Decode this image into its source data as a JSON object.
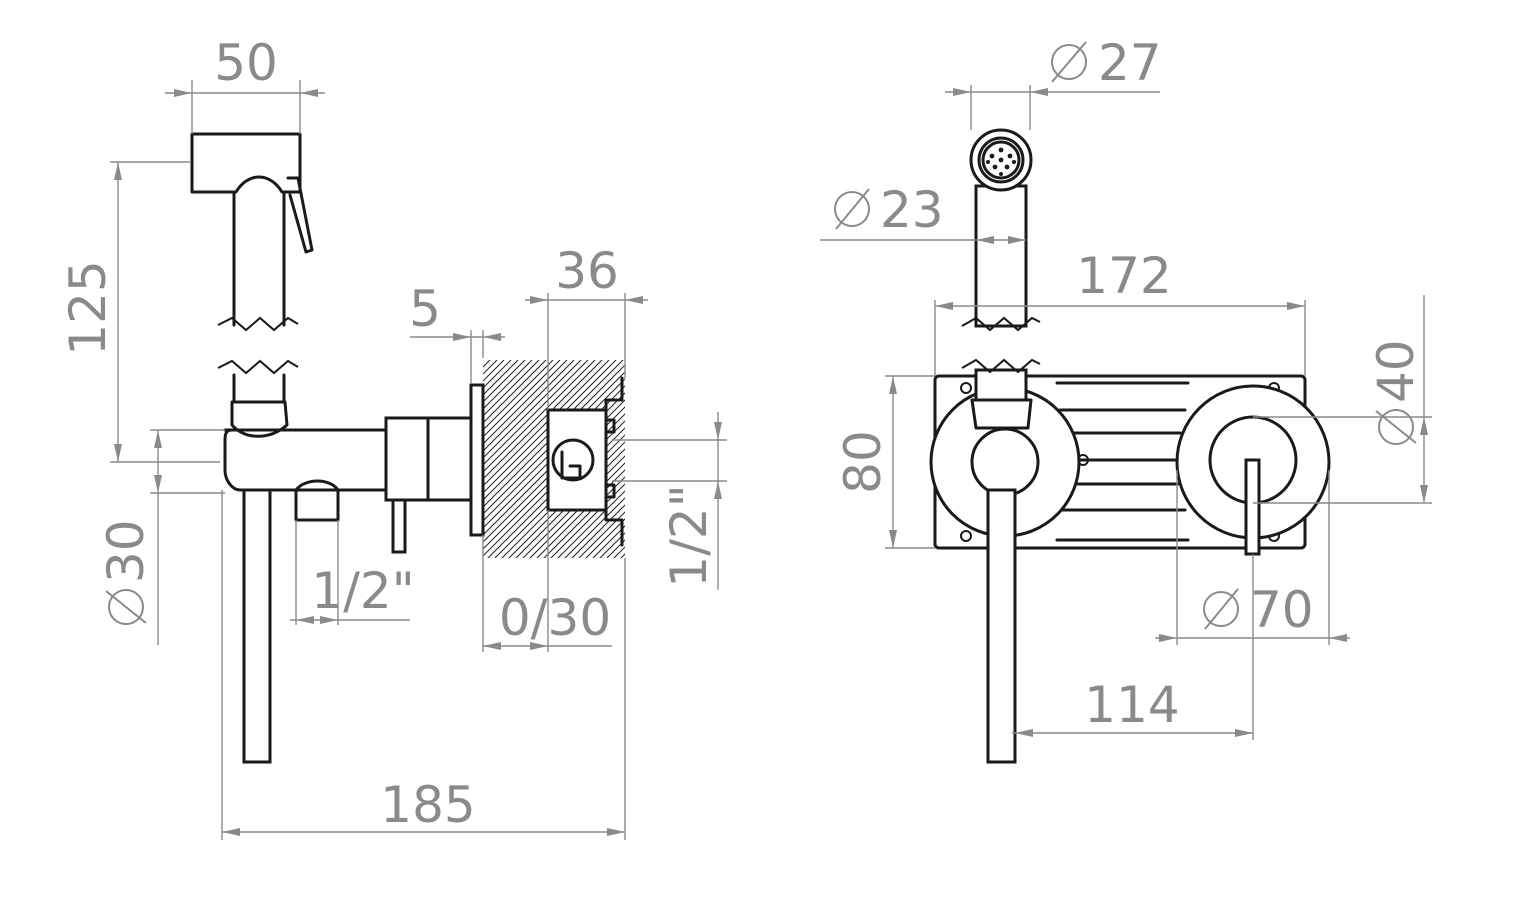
{
  "side_view": {
    "dimensions": {
      "head_width": "50",
      "height": "125",
      "flange": "5",
      "body_depth": "36",
      "hose_diameter_num": "30",
      "hose_diameter_symbol": "⌀",
      "outlet_thread": "1/2\"",
      "adjustment": "0/30",
      "inlet_thread": "1/2\"",
      "overall_length": "185"
    }
  },
  "front_view": {
    "dimensions": {
      "handle_outer_diameter_num": "27",
      "handle_inner_diameter_num": "23",
      "plate_width": "172",
      "knob_diameter_num": "40",
      "plate_height": "80",
      "rosette_diameter_num": "70",
      "center_distance": "114",
      "diameter_symbol": "⌀"
    }
  }
}
